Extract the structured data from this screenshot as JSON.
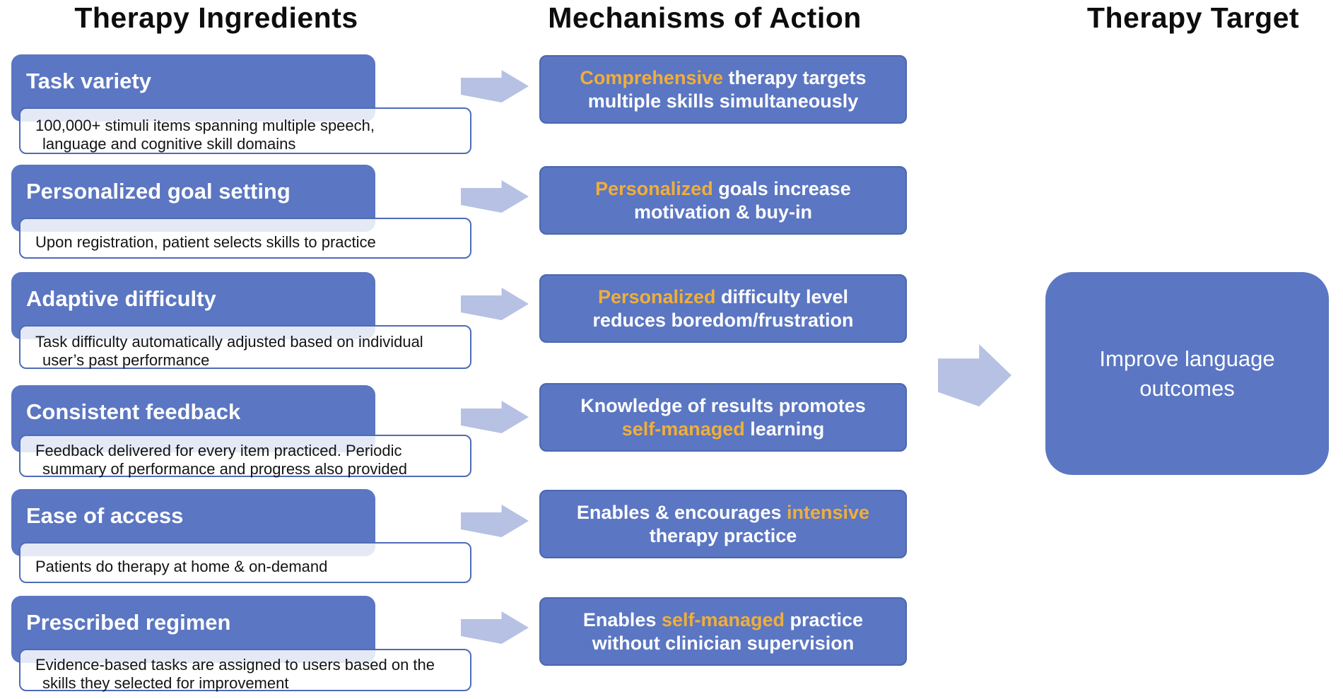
{
  "headers": {
    "ingredients": "Therapy Ingredients",
    "mechanisms": "Mechanisms of Action",
    "target": "Therapy Target"
  },
  "rows": [
    {
      "ingredient": "Task variety",
      "description": "100,000+ stimuli items spanning multiple  speech, language and cognitive skill domains",
      "mechanism": {
        "pre": "",
        "highlight": "Comprehensive",
        "post": " therapy targets multiple skills simultaneously"
      }
    },
    {
      "ingredient": "Personalized goal setting",
      "description": "Upon registration, patient selects skills to practice",
      "mechanism": {
        "pre": "",
        "highlight": "Personalized",
        "post": " goals increase motivation & buy-in"
      }
    },
    {
      "ingredient": "Adaptive difficulty",
      "description": "Task difficulty automatically adjusted based on individual user’s past performance",
      "mechanism": {
        "pre": "",
        "highlight": "Personalized",
        "post": " difficulty level reduces boredom/frustration"
      }
    },
    {
      "ingredient": "Consistent feedback",
      "description": "Feedback delivered for every item practiced. Periodic summary of performance and progress also provided",
      "mechanism": {
        "pre": "Knowledge of results promotes ",
        "highlight": "self-managed",
        "post": " learning"
      }
    },
    {
      "ingredient": "Ease of access",
      "description": "Patients do therapy at home & on-demand",
      "mechanism": {
        "pre": "Enables & encourages ",
        "highlight": "intensive",
        "post": " therapy practice"
      }
    },
    {
      "ingredient": "Prescribed regimen",
      "description": "Evidence-based tasks are assigned to users based on the skills they selected for improvement",
      "mechanism": {
        "pre": "Enables ",
        "highlight": "self-managed",
        "post": " practice without clinician supervision"
      }
    }
  ],
  "target": {
    "label": "Improve language outcomes"
  },
  "colors": {
    "box_blue": "#5b76c2",
    "highlight_orange": "#f0ae3a",
    "arrow_blue": "#b6c1e3",
    "border_blue": "#4d6cb8",
    "header_text": "#0d0d0d"
  }
}
